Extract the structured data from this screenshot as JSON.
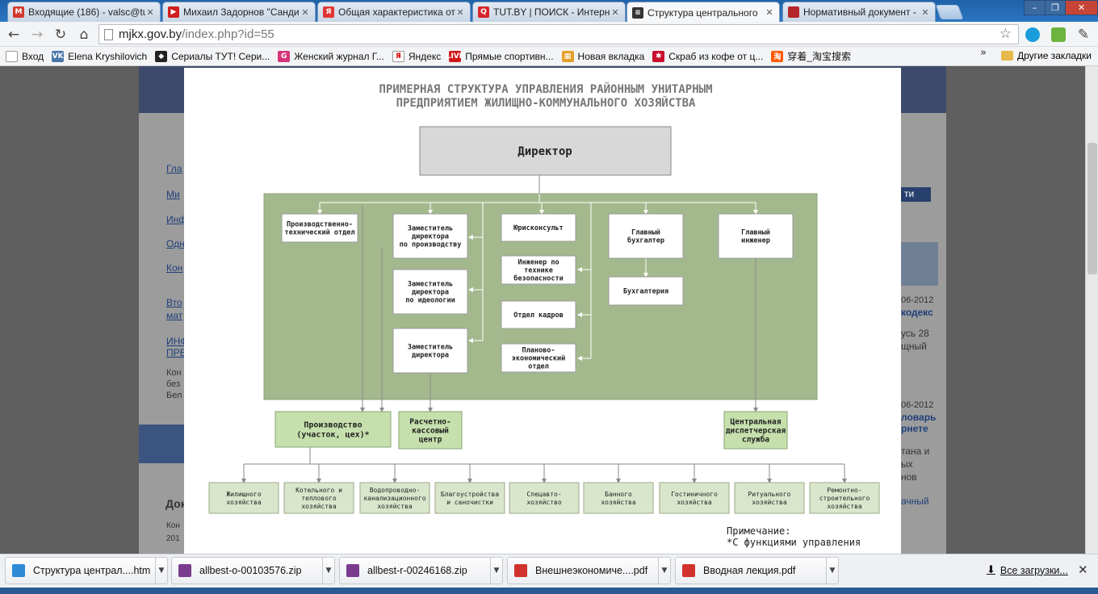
{
  "tabs": [
    {
      "title": "Входящие (186) - valsc@tu",
      "icon": "gmail-icon",
      "color": "#d23a2d",
      "glyph": "M",
      "active": false
    },
    {
      "title": "Михаил Задорнов \"Санди",
      "icon": "youtube-icon",
      "color": "#d11d1d",
      "glyph": "▶",
      "active": false
    },
    {
      "title": "Общая характеристика от",
      "icon": "yandex-icon",
      "color": "#e23636",
      "glyph": "Я",
      "active": false
    },
    {
      "title": "TUT.BY | ПОИСК - Интерн",
      "icon": "search-icon",
      "color": "#d8232a",
      "glyph": "Q",
      "active": false
    },
    {
      "title": "Структура центрального",
      "icon": "document-icon",
      "color": "#333333",
      "glyph": "≡",
      "active": true
    },
    {
      "title": "Нормативный документ -",
      "icon": "flag-icon",
      "color": "#b5262b",
      "glyph": "",
      "active": false
    }
  ],
  "window": {
    "minimize": "–",
    "restore": "❐",
    "close": "✕"
  },
  "address": {
    "host": "mjkx.gov.by",
    "path": "/index.php?id=55"
  },
  "bookmarks": [
    {
      "label": "Вход",
      "icon": "page-icon",
      "color": "#ffffff"
    },
    {
      "label": "Elena Kryshilovich",
      "icon": "vk-icon",
      "color": "#4a76a8",
      "glyph": "VK"
    },
    {
      "label": "Сериалы ТУТ! Сери...",
      "icon": "cat-icon",
      "color": "#222222",
      "glyph": "◆"
    },
    {
      "label": "Женский журнал Г...",
      "icon": "magazine-icon",
      "color": "#d6337a",
      "glyph": "G"
    },
    {
      "label": "Яндекс",
      "icon": "yandex-icon",
      "color": "#ffffff",
      "glyph": "Я"
    },
    {
      "label": "Прямые спортивн...",
      "icon": "live-icon",
      "color": "#d01919",
      "glyph": "LIVE"
    },
    {
      "label": "Новая вкладка",
      "icon": "grid-icon",
      "color": "#e4a12a",
      "glyph": "▦"
    },
    {
      "label": "Скраб из кофе от ц...",
      "icon": "coffee-icon",
      "color": "#c8102e",
      "glyph": "✱"
    },
    {
      "label": "穿着_淘宝搜索",
      "icon": "taobao-icon",
      "color": "#ff5a00",
      "glyph": "淘"
    }
  ],
  "bookmarks_more": "»",
  "other_bookmarks": "Другие закладки",
  "background_site": {
    "links": [
      "Гла",
      "Ми",
      "Инф",
      "Одн",
      "Кон",
      "Вто",
      "мат",
      "ИНФ",
      "ПРЕ"
    ],
    "texts": [
      "Кон",
      "без",
      "Бел",
      "Док",
      "Кон",
      "201"
    ],
    "right": [
      "ти",
      "06-2012",
      "кодекс",
      "усь 28",
      "щный",
      "06-2012",
      "ловарь",
      "рнете",
      "тана и",
      "ых",
      "нов",
      "ачный"
    ]
  },
  "org": {
    "title_line1": "ПРИМЕРНАЯ СТРУКТУРА УПРАВЛЕНИЯ РАЙОННЫМ УНИТАРНЫМ",
    "title_line2": "ПРЕДПРИЯТИЕМ ЖИЛИЩНО-КОММУНАЛЬНОГО ХОЗЯЙСТВА",
    "director": "Директор",
    "pto": [
      "Производственно-",
      "технический отдел"
    ],
    "deputy_prod": [
      "Заместитель",
      "директора",
      "по производству"
    ],
    "deputy_ideology": [
      "Заместитель",
      "директора",
      "по идеологии"
    ],
    "deputy": [
      "Заместитель",
      "директора"
    ],
    "lawyer": [
      "Юрисконсульт"
    ],
    "safety": [
      "Инженер по",
      "технике",
      "безопасности"
    ],
    "hr": [
      "Отдел кадров"
    ],
    "planning": [
      "Планово-",
      "экономический",
      "отдел"
    ],
    "chief_accountant": [
      "Главный",
      "бухгалтер"
    ],
    "accounting": [
      "Бухгалтерия"
    ],
    "chief_engineer": [
      "Главный",
      "инженер"
    ],
    "production": [
      "Производство",
      "(участок, цех)*"
    ],
    "cash_center": [
      "Расчетно-",
      "кассовый",
      "центр"
    ],
    "dispatch": [
      "Центральная",
      "диспетчерская",
      "служба"
    ],
    "units": [
      [
        "Жилищного",
        "хозяйства"
      ],
      [
        "Котельного и",
        "теплового",
        "хозяйства"
      ],
      [
        "Водопроводно-",
        "канализационного",
        "хозяйства"
      ],
      [
        "Благоустройства",
        "и саночистки"
      ],
      [
        "Спецавто-",
        "хозяйство"
      ],
      [
        "Банного",
        "хозяйства"
      ],
      [
        "Гостиничного",
        "хозяйства"
      ],
      [
        "Ритуального",
        "хозяйства"
      ],
      [
        "Ремонтно-",
        "строительного",
        "хозяйства"
      ]
    ],
    "note_line1": "Примечание:",
    "note_line2": "*С функциями управления"
  },
  "downloads": [
    {
      "name": "Структура централ....htm",
      "icon": "chrome-icon",
      "color": "#2f8bd6"
    },
    {
      "name": "allbest-o-00103576.zip",
      "icon": "archive-icon",
      "color": "#7a3b8f"
    },
    {
      "name": "allbest-r-00246168.zip",
      "icon": "archive-icon",
      "color": "#7a3b8f"
    },
    {
      "name": "Внешнеэкономиче....pdf",
      "icon": "pdf-icon",
      "color": "#d2322d"
    },
    {
      "name": "Вводная лекция.pdf",
      "icon": "pdf-icon",
      "color": "#d2322d"
    }
  ],
  "downloads_all": "Все загрузки...",
  "colors": {
    "green_panel": "#a3b98d",
    "green_box": "#c6e0ad",
    "unit_box": "#d9e6cc",
    "director_box": "#d8d8d8",
    "title_text": "#777777"
  }
}
